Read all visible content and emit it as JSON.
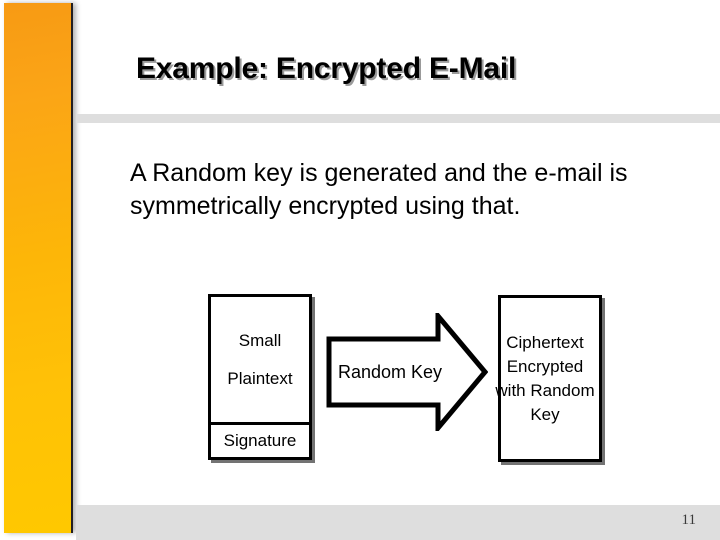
{
  "slide": {
    "title": "Example: Encrypted E-Mail",
    "body_text": "A Random key is generated and the e-mail is symmetrically encrypted using that.",
    "page_number": "11",
    "accent_color_start": "#F79A14",
    "accent_color_end": "#FFC800",
    "divider_color": "#dedede",
    "text_color": "#000000"
  },
  "diagram": {
    "plaintext_box": {
      "line1": "Small",
      "line2": "Plaintext",
      "signature": "Signature"
    },
    "arrow": {
      "label": "Random Key",
      "direction": "right"
    },
    "ciphertext_box": {
      "text": "Ciphertext Encrypted with Random Key"
    }
  }
}
